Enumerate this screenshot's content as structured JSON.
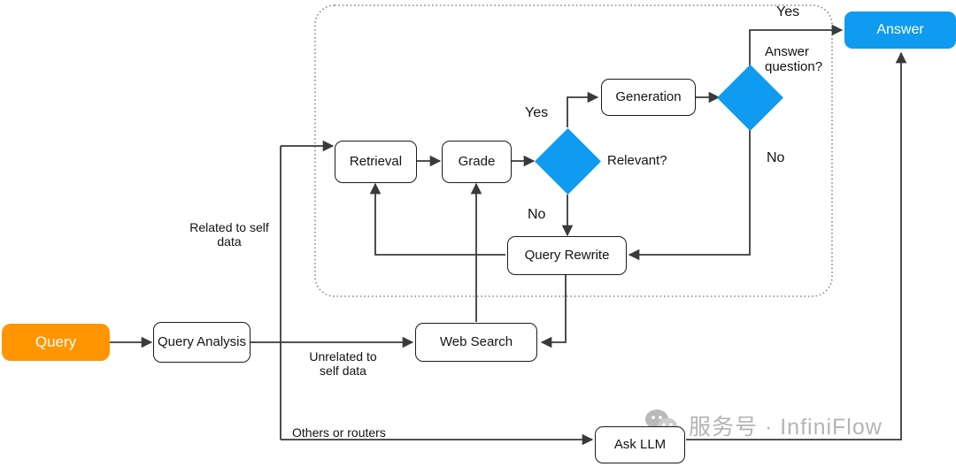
{
  "diagram": {
    "title": "Adaptive RAG query routing flowchart",
    "colors": {
      "query_fill": "#FF9500",
      "answer_fill": "#0E9BF0",
      "decision_fill": "#0E9BF0",
      "node_stroke": "#1b1b1b",
      "edge_stroke": "#3a3a3a",
      "dotted_group_stroke": "#8a8a8a",
      "watermark": "#b4b4b4"
    },
    "nodes": {
      "query": "Query",
      "query_analysis": "Query\nAnalysis",
      "retrieval": "Retrieval",
      "grade": "Grade",
      "generation": "Generation",
      "query_rewrite": "Query Rewrite",
      "web_search": "Web Search",
      "ask_llm": "Ask LLM",
      "answer": "Answer"
    },
    "decisions": {
      "relevant": "Relevant?",
      "answer_question": "Answer\nquestion?"
    },
    "edge_labels": {
      "related_to_self_data": "Related to self\ndata",
      "unrelated_to_self_data": "Unrelated to\nself data",
      "others_or_routers": "Others or routers",
      "relevant_yes": "Yes",
      "relevant_no": "No",
      "answer_yes": "Yes",
      "answer_no": "No"
    }
  },
  "watermark": {
    "icon": "wechat-icon",
    "text": "服务号 · InfiniFlow"
  }
}
